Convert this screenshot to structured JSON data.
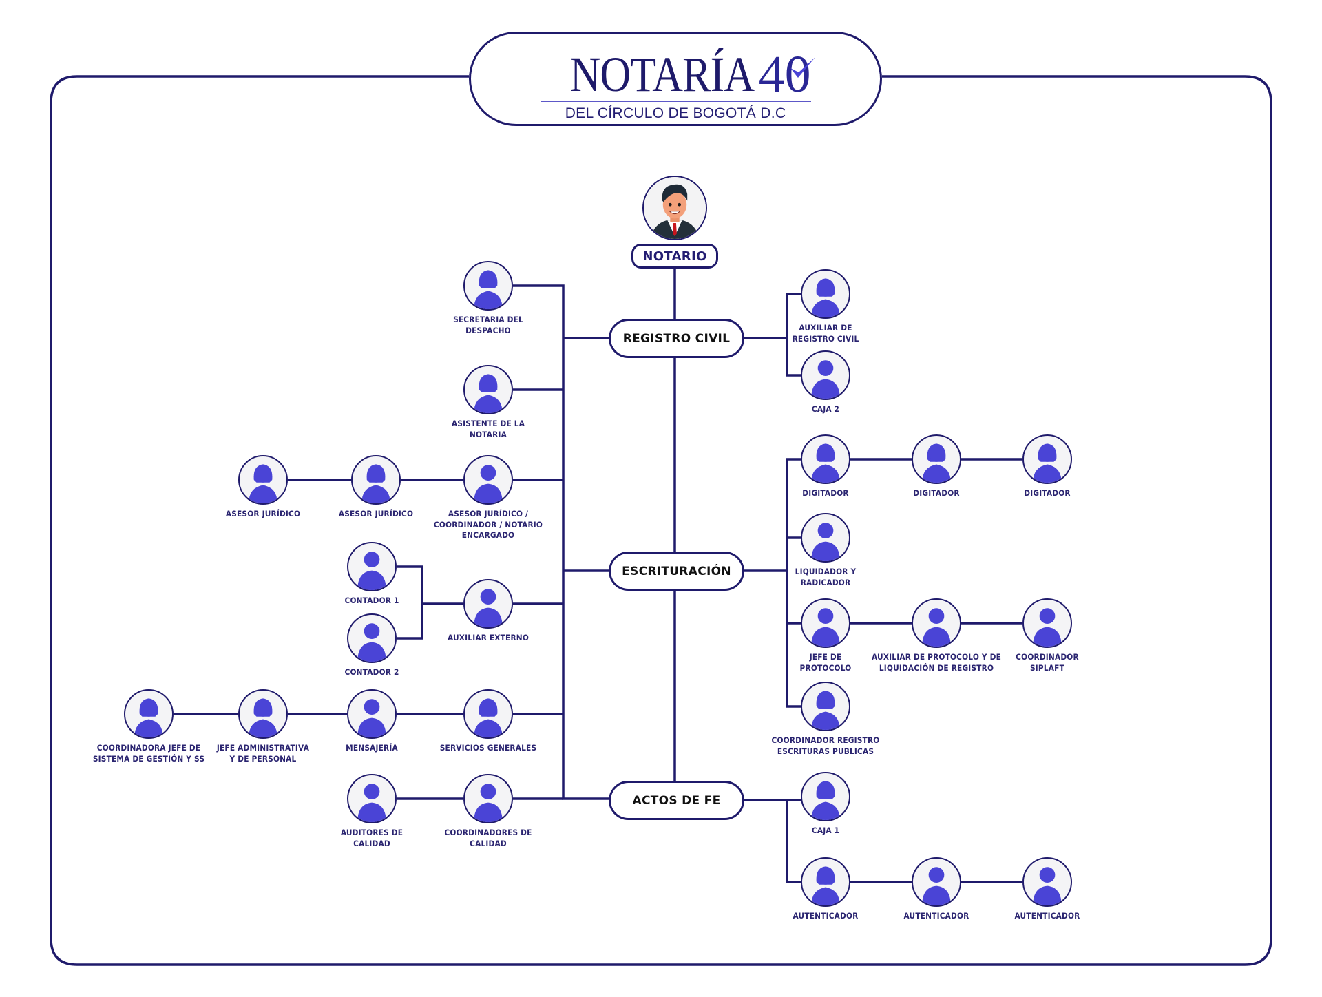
{
  "header": {
    "brand": "NOTARÍA",
    "number": "40",
    "subtitle": "DEL CÍRCULO DE BOGOTÁ D.C",
    "logo_icon": "checkmark-icon"
  },
  "colors": {
    "line": "#1f1a6b",
    "avatar_fill": "#4a44d6",
    "avatar_bg": "#f4f4f6",
    "label_text": "#2a2470",
    "brand_text": "#1e1a6a"
  },
  "root": {
    "label": "NOTARIO",
    "icon": "man-portrait-icon"
  },
  "units": {
    "registro_civil": "REGISTRO CIVIL",
    "escrituracion": "ESCRITURACIÓN",
    "actos_de_fe": "ACTOS DE FE"
  },
  "roles": [
    {
      "id": "secretaria",
      "label": "SECRETARIA DEL DESPACHO",
      "lines": [
        "SECRETARIA DEL",
        "DESPACHO"
      ],
      "icon": "female-user-icon",
      "unit": "registro_civil",
      "side": "left"
    },
    {
      "id": "asistente",
      "label": "ASISTENTE DE LA NOTARIA",
      "lines": [
        "ASISTENTE DE LA",
        "NOTARIA"
      ],
      "icon": "female-user-icon",
      "unit": "registro_civil",
      "side": "left"
    },
    {
      "id": "asesor_coord",
      "label": "ASESOR JURÍDICO / COORDINADOR / NOTARIO ENCARGADO",
      "lines": [
        "ASESOR JURÍDICO /",
        "COORDINADOR / NOTARIO",
        "ENCARGADO"
      ],
      "icon": "male-user-icon",
      "side": "left"
    },
    {
      "id": "asesor_2",
      "label": "ASESOR JURÍDICO",
      "lines": [
        "ASESOR JURÍDICO"
      ],
      "icon": "female-user-icon",
      "side": "left"
    },
    {
      "id": "asesor_1",
      "label": "ASESOR JURÍDICO",
      "lines": [
        "ASESOR JURÍDICO"
      ],
      "icon": "female-user-icon",
      "side": "left"
    },
    {
      "id": "contador_1",
      "label": "CONTADOR 1",
      "lines": [
        "CONTADOR 1"
      ],
      "icon": "male-user-icon",
      "side": "left"
    },
    {
      "id": "contador_2",
      "label": "CONTADOR 2",
      "lines": [
        "CONTADOR 2"
      ],
      "icon": "male-user-icon",
      "side": "left"
    },
    {
      "id": "auxiliar_externo",
      "label": "AUXILIAR EXTERNO",
      "lines": [
        "AUXILIAR EXTERNO"
      ],
      "icon": "male-user-icon",
      "side": "left"
    },
    {
      "id": "servicios_generales",
      "label": "SERVICIOS GENERALES",
      "lines": [
        "SERVICIOS GENERALES"
      ],
      "icon": "female-user-icon",
      "side": "left"
    },
    {
      "id": "mensajeria",
      "label": "MENSAJERÍA",
      "lines": [
        "MENSAJERÍA"
      ],
      "icon": "male-user-icon",
      "side": "left"
    },
    {
      "id": "jefe_admin",
      "label": "JEFE ADMINISTRATIVA Y DE PERSONAL",
      "lines": [
        "JEFE ADMINISTRATIVA",
        "Y DE PERSONAL"
      ],
      "icon": "female-user-icon",
      "side": "left"
    },
    {
      "id": "coord_jefe_sg",
      "label": "COORDINADORA JEFE DE SISTEMA DE GESTIÓN Y SS",
      "lines": [
        "COORDINADORA JEFE DE",
        "SISTEMA DE GESTIÓN Y SS"
      ],
      "icon": "female-user-icon",
      "side": "left"
    },
    {
      "id": "coord_calidad",
      "label": "COORDINADORES DE CALIDAD",
      "lines": [
        "COORDINADORES DE",
        "CALIDAD"
      ],
      "icon": "male-user-icon",
      "side": "left"
    },
    {
      "id": "auditores_calidad",
      "label": "AUDITORES DE CALIDAD",
      "lines": [
        "AUDITORES DE",
        "CALIDAD"
      ],
      "icon": "male-user-icon",
      "side": "left"
    },
    {
      "id": "aux_registro_civil",
      "label": "AUXILIAR DE REGISTRO CIVIL",
      "lines": [
        "AUXILIAR DE",
        "REGISTRO CIVIL"
      ],
      "icon": "female-user-icon",
      "unit": "registro_civil",
      "side": "right"
    },
    {
      "id": "caja_2",
      "label": "CAJA 2",
      "lines": [
        "CAJA 2"
      ],
      "icon": "male-user-icon",
      "unit": "registro_civil",
      "side": "right"
    },
    {
      "id": "digitador_1",
      "label": "DIGITADOR",
      "lines": [
        "DIGITADOR"
      ],
      "icon": "female-user-icon",
      "unit": "escrituracion",
      "side": "right"
    },
    {
      "id": "digitador_2",
      "label": "DIGITADOR",
      "lines": [
        "DIGITADOR"
      ],
      "icon": "female-user-icon",
      "unit": "escrituracion",
      "side": "right"
    },
    {
      "id": "digitador_3",
      "label": "DIGITADOR",
      "lines": [
        "DIGITADOR"
      ],
      "icon": "female-user-icon",
      "unit": "escrituracion",
      "side": "right"
    },
    {
      "id": "liquidador",
      "label": "LIQUIDADOR Y RADICADOR",
      "lines": [
        "LIQUIDADOR Y",
        "RADICADOR"
      ],
      "icon": "male-user-icon",
      "unit": "escrituracion",
      "side": "right"
    },
    {
      "id": "jefe_protocolo",
      "label": "JEFE DE PROTOCOLO",
      "lines": [
        "JEFE DE",
        "PROTOCOLO"
      ],
      "icon": "male-user-icon",
      "unit": "escrituracion",
      "side": "right"
    },
    {
      "id": "aux_protocolo",
      "label": "AUXILIAR DE PROTOCOLO Y DE LIQUIDACIÓN DE REGISTRO",
      "lines": [
        "AUXILIAR DE PROTOCOLO Y DE",
        "LIQUIDACIÓN DE REGISTRO"
      ],
      "icon": "male-user-icon",
      "unit": "escrituracion",
      "side": "right"
    },
    {
      "id": "coord_siplaft",
      "label": "COORDINADOR SIPLAFT",
      "lines": [
        "COORDINADOR",
        "SIPLAFT"
      ],
      "icon": "male-user-icon",
      "unit": "escrituracion",
      "side": "right"
    },
    {
      "id": "coord_registro_esc",
      "label": "COORDINADOR REGISTRO ESCRITURAS PUBLICAS",
      "lines": [
        "COORDINADOR REGISTRO",
        "ESCRITURAS PUBLICAS"
      ],
      "icon": "female-user-icon",
      "unit": "escrituracion",
      "side": "right"
    },
    {
      "id": "caja_1",
      "label": "CAJA 1",
      "lines": [
        "CAJA 1"
      ],
      "icon": "female-user-icon",
      "unit": "actos_de_fe",
      "side": "right"
    },
    {
      "id": "autenticador_1",
      "label": "AUTENTICADOR",
      "lines": [
        "AUTENTICADOR"
      ],
      "icon": "female-user-icon",
      "unit": "actos_de_fe",
      "side": "right"
    },
    {
      "id": "autenticador_2",
      "label": "AUTENTICADOR",
      "lines": [
        "AUTENTICADOR"
      ],
      "icon": "male-user-icon",
      "unit": "actos_de_fe",
      "side": "right"
    },
    {
      "id": "autenticador_3",
      "label": "AUTENTICADOR",
      "lines": [
        "AUTENTICADOR"
      ],
      "icon": "male-user-icon",
      "unit": "actos_de_fe",
      "side": "right"
    }
  ]
}
